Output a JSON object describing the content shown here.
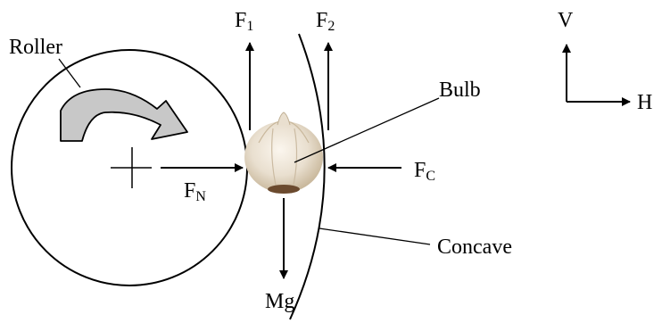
{
  "labels": {
    "roller": "Roller",
    "bulb": "Bulb",
    "concave": "Concave",
    "weight": "Mg",
    "force_1": {
      "main": "F",
      "sub": "1"
    },
    "force_2": {
      "main": "F",
      "sub": "2"
    },
    "force_normal": {
      "main": "F",
      "sub": "N"
    },
    "force_concave": {
      "main": "F",
      "sub": "C"
    },
    "axis_vertical": "V",
    "axis_horizontal": "H"
  },
  "colors": {
    "line": "#000000",
    "rotation_arrow_fill": "#c8c8c8",
    "bulb_skin": "#e9dfcf",
    "bulb_shadow": "#c9b89c",
    "bulb_root": "#6b4a2e"
  }
}
